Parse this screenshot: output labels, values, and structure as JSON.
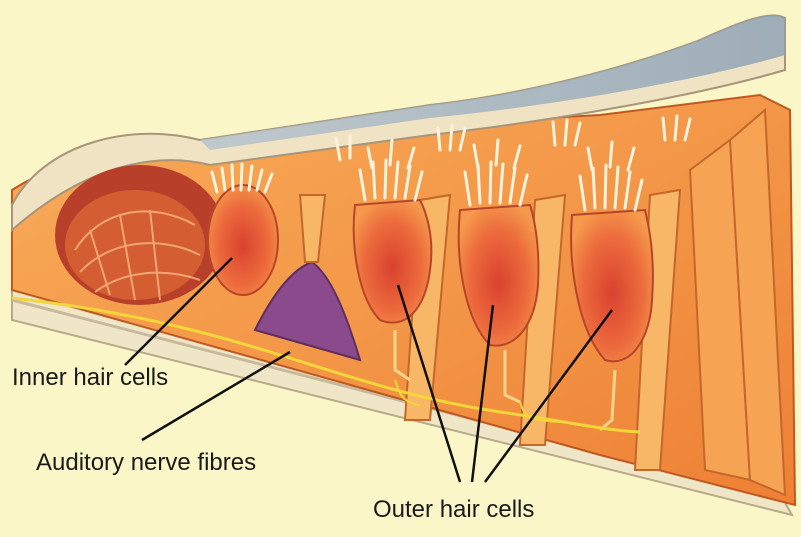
{
  "labels": {
    "inner_hair_cells": "Inner hair cells",
    "auditory_nerve_fibres": "Auditory nerve fibres",
    "outer_hair_cells": "Outer hair cells"
  },
  "colors": {
    "background": "#fbf6c7",
    "tissue_light": "#f7a34f",
    "tissue_dark": "#e8742a",
    "cell_body": "#e5613d",
    "membrane_blue": "#9fb2c2",
    "membrane_cream": "#efe3c3",
    "tunnel_purple": "#8a4a8c",
    "nerve_yellow": "#f2d63a",
    "leader_line": "#111111"
  },
  "icons": [
    "hair-bundle-icon"
  ]
}
